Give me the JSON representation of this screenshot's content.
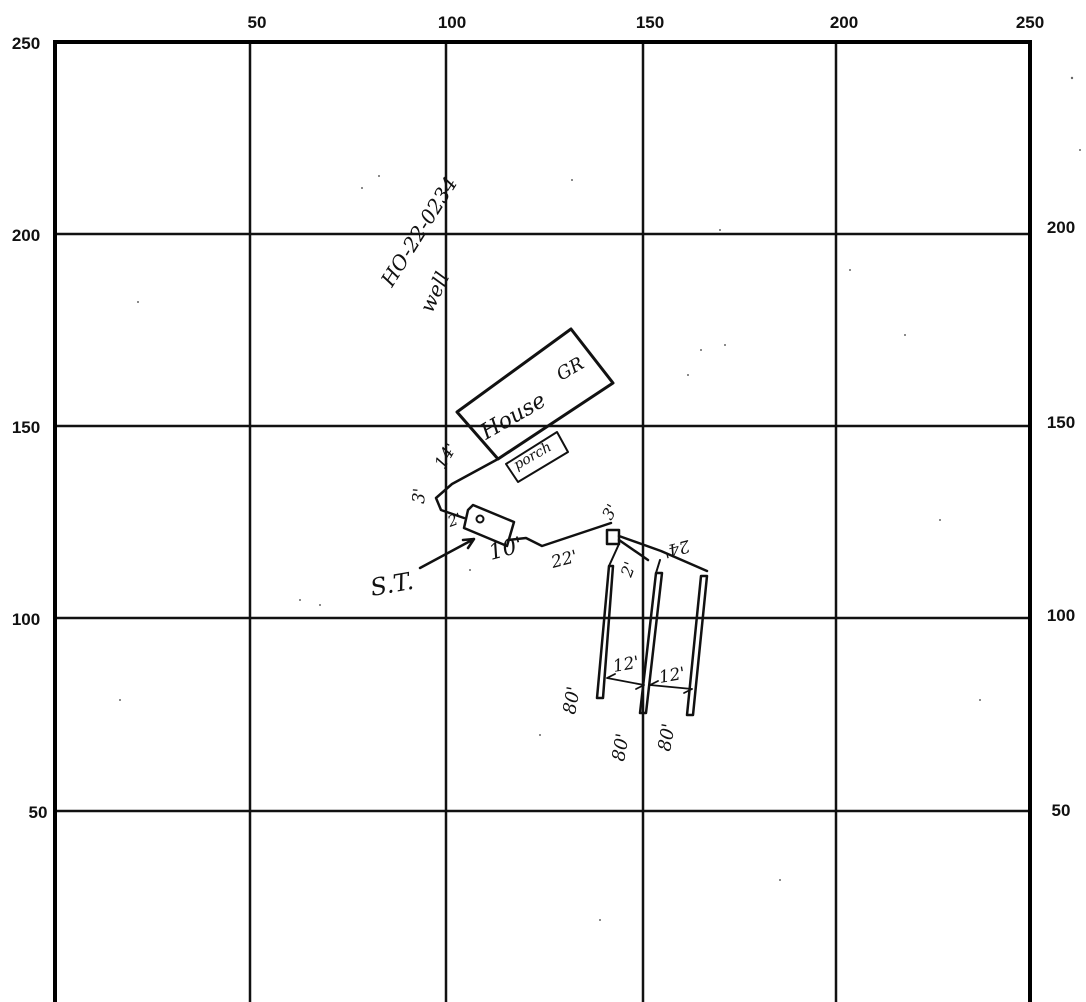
{
  "grid": {
    "x_ticks_top": [
      "50",
      "100",
      "150",
      "200",
      "250"
    ],
    "y_ticks_left": [
      "250",
      "200",
      "150",
      "100",
      "50"
    ],
    "y_ticks_right": [
      "200",
      "150",
      "100",
      "50"
    ]
  },
  "annotations": {
    "well_id": "HO-22-0234",
    "well": "well",
    "house": "House",
    "house_tag": "GR",
    "porch": "porch",
    "septic_tank": "S.T.",
    "dims": {
      "house_side": "14'",
      "three_a": "3'",
      "two_a": "2'",
      "ten": "10'",
      "twenty_two": "22'",
      "three_b": "3'",
      "twenty_four": "24'",
      "two_b": "2'",
      "twelve_a": "12'",
      "twelve_b": "12'",
      "eighty_a": "80'",
      "eighty_b": "80'",
      "eighty_c": "80'"
    }
  }
}
